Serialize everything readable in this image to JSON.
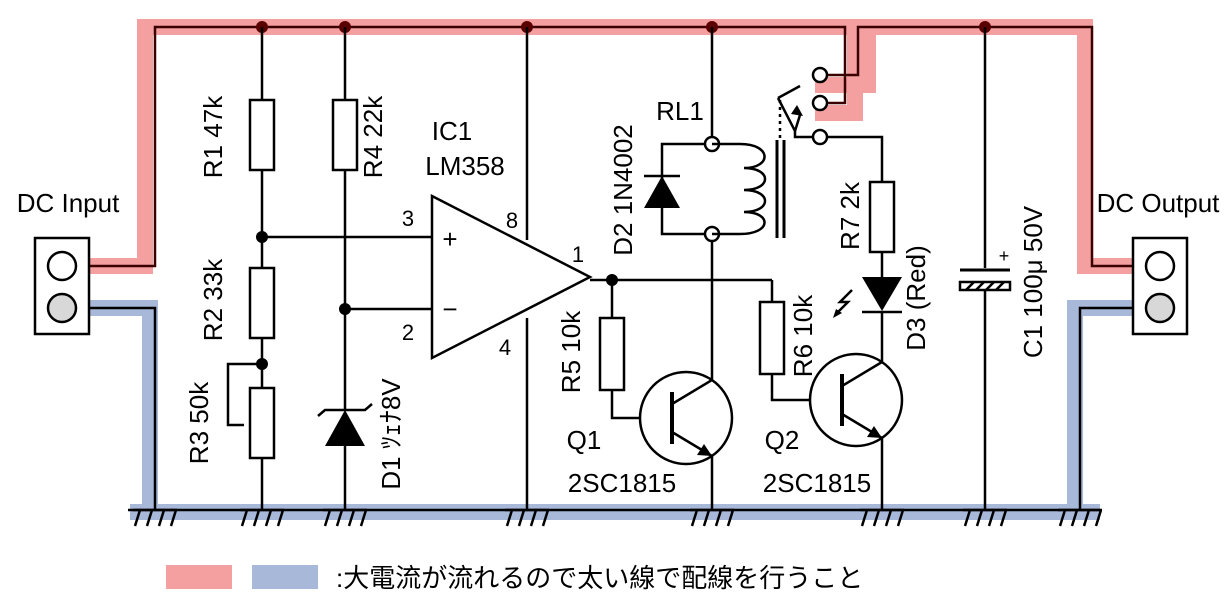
{
  "colors": {
    "high_current_positive": "#f4a0a0",
    "high_current_ground": "#a8b8d8",
    "positive_wire": "#3a0000",
    "junction": "#5a0000",
    "ground_pin": "#d8d8d8"
  },
  "connectors": {
    "input": "DC Input",
    "output": "DC Output"
  },
  "components": {
    "r1": "R1 47k",
    "r2": "R2 33k",
    "r3": "R3 50k",
    "r4": "R4 22k",
    "r5": "R5 10k",
    "r6": "R6 10k",
    "r7": "R7 2k",
    "d1": "D1 ﾂｪﾅ8V",
    "d2": "D2 1N4002",
    "d3": "D3 (Red)",
    "c1": "C1 100μ  50V",
    "ic1_ref": "IC1",
    "ic1_part": "LM358",
    "rl1": "RL1",
    "q1_ref": "Q1",
    "q1_part": "2SC1815",
    "q2_ref": "Q2",
    "q2_part": "2SC1815"
  },
  "ic_pins": {
    "pin3": "3",
    "pin2": "2",
    "pin8": "8",
    "pin4": "4",
    "pin1": "1",
    "plus": "+",
    "minus": "−"
  },
  "capacitor_polarity": "+",
  "legend": {
    "text": ":大電流が流れるので太い線で配線を行うこと"
  }
}
